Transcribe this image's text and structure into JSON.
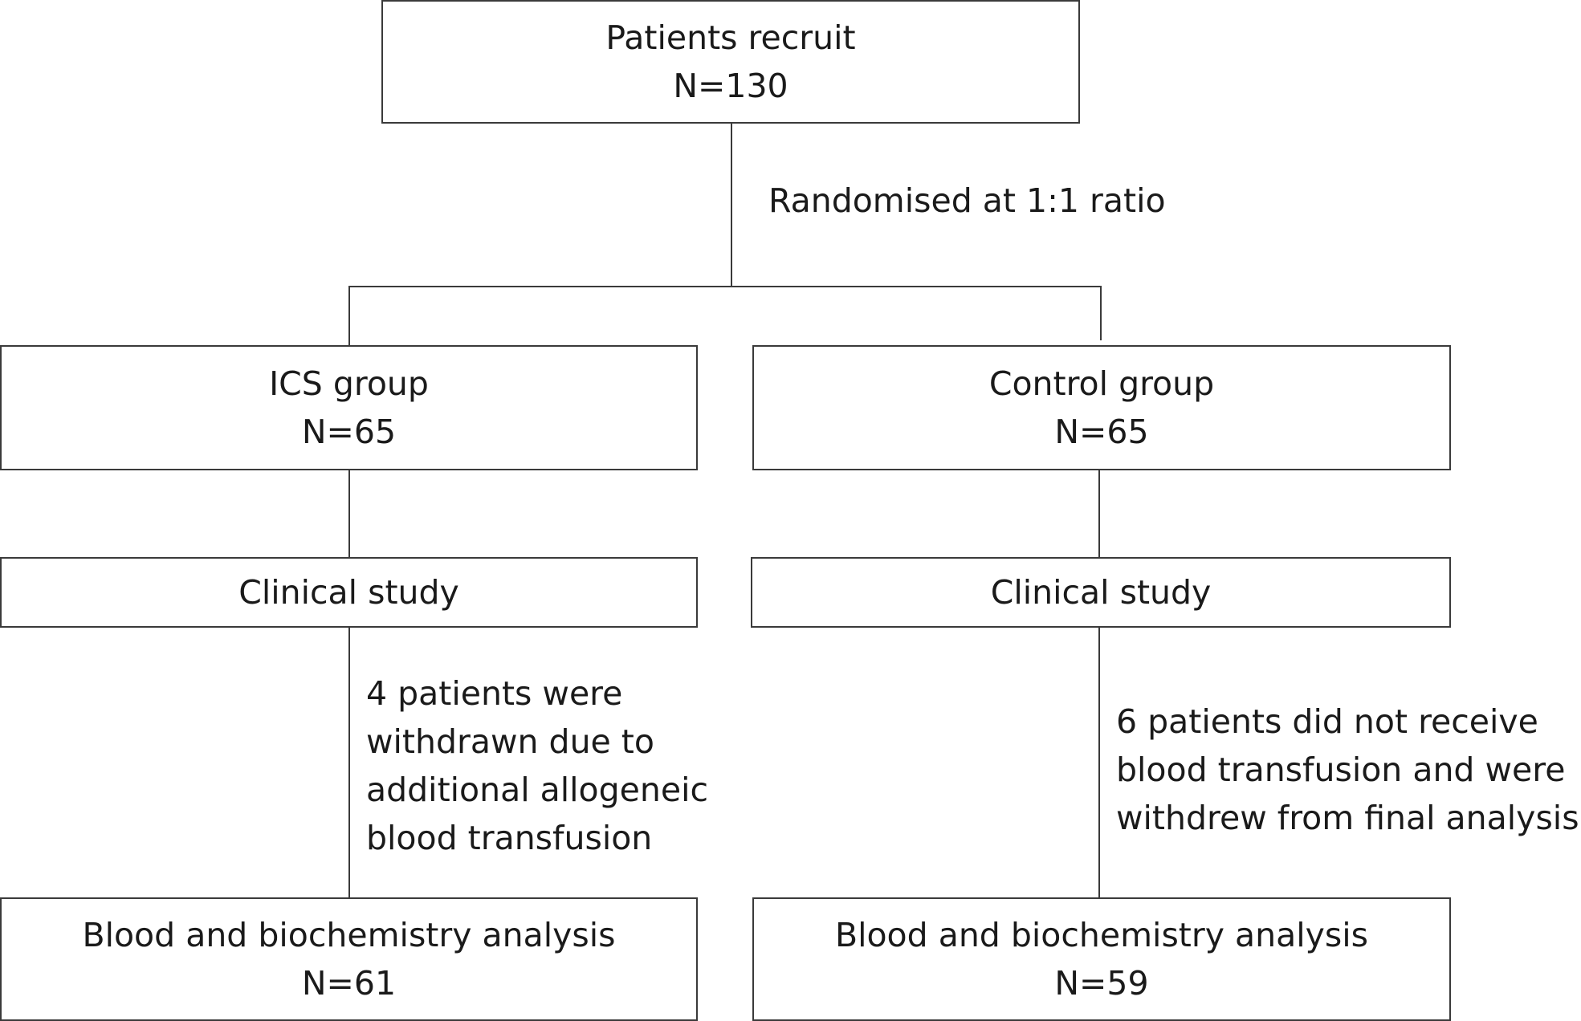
{
  "recruit": {
    "line1": "Patients recruit",
    "line2": "N=130"
  },
  "randomisation_label": "Randomised at 1:1 ratio",
  "ics_group": {
    "line1": "ICS group",
    "line2": "N=65"
  },
  "control_group": {
    "line1": "Control group",
    "line2": "N=65"
  },
  "ics_clinical": {
    "label": "Clinical study"
  },
  "control_clinical": {
    "label": "Clinical study"
  },
  "ics_withdrawal_note": [
    "4 patients were",
    "withdrawn due to",
    "additional allogeneic",
    "blood transfusion"
  ],
  "control_withdrawal_note": [
    "6 patients did not receive",
    "blood transfusion and were",
    "withdrew from final analysis"
  ],
  "ics_analysis": {
    "line1": "Blood and biochemistry analysis",
    "line2": "N=61"
  },
  "control_analysis": {
    "line1": "Blood and biochemistry analysis",
    "line2": "N=59"
  }
}
